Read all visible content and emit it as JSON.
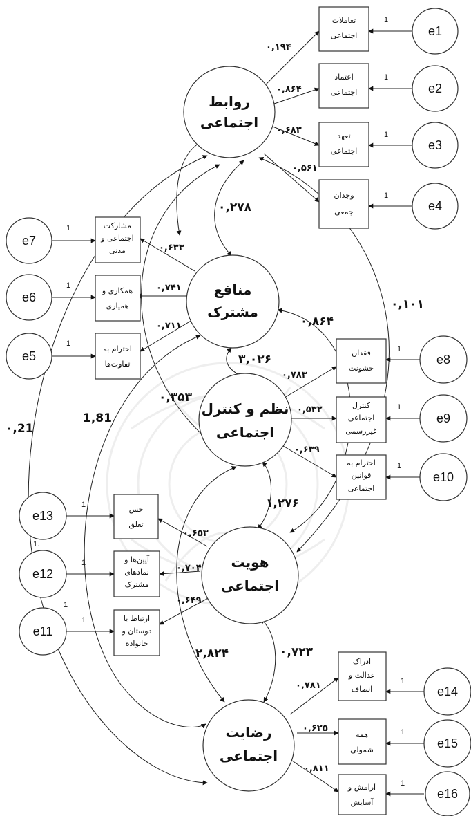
{
  "latent": {
    "rawabet": [
      "روابط",
      "اجتماعی"
    ],
    "manafe": [
      "منافع",
      "مشترک"
    ],
    "nazm": [
      "نظم و کنترل",
      "اجتماعی"
    ],
    "hoviat": [
      "هویت",
      "اجتماعی"
    ],
    "rezayat": [
      "رضایت",
      "اجتماعی"
    ]
  },
  "indicators": {
    "i1": [
      "تعاملات",
      "اجتماعی"
    ],
    "i2": [
      "اعتماد",
      "اجتماعی"
    ],
    "i3": [
      "تعهد",
      "اجتماعی"
    ],
    "i4": [
      "وجدان",
      "جمعی"
    ],
    "i7": [
      "مشارکت",
      "اجتماعی و",
      "مدنی"
    ],
    "i6": [
      "همکاری و",
      "همیاری"
    ],
    "i5": [
      "احترام به",
      "تفاوت‌ها"
    ],
    "i8": [
      "فقدان",
      "خشونت"
    ],
    "i9": [
      "کنترل",
      "اجتماعی",
      "غیررسمی"
    ],
    "i10": [
      "احترام به",
      "قوانین",
      "اجتماعی"
    ],
    "i13": [
      "حس",
      "تعلق"
    ],
    "i12": [
      "آیین‌ها و",
      "نمادهای",
      "مشترک"
    ],
    "i11": [
      "ارتباط با",
      "دوستان و",
      "خانواده"
    ],
    "i14": [
      "ادراک",
      "عدالت و",
      "انصاف"
    ],
    "i15": [
      "همه",
      "شمولی"
    ],
    "i16": [
      "آرامش و",
      "آسایش"
    ]
  },
  "errors": {
    "e1": "e1",
    "e2": "e2",
    "e3": "e3",
    "e4": "e4",
    "e5": "e5",
    "e6": "e6",
    "e7": "e7",
    "e8": "e8",
    "e9": "e9",
    "e10": "e10",
    "e11": "e11",
    "e12": "e12",
    "e13": "e13",
    "e14": "e14",
    "e15": "e15",
    "e16": "e16"
  },
  "error_weight": "1",
  "error_weight_alt": "1.",
  "loadings": {
    "l1": "۰,۱۹۴",
    "l2": "۰,۸۶۴",
    "l3": "۰,۶۸۳",
    "l4": "۰,۵۶۱",
    "l7": "۰,۶۳۳",
    "l6": "۰,۷۴۱",
    "l5": "۰,۷۱۱",
    "l8": "۰,۷۸۳",
    "l9": "۰,۵۳۲",
    "l10": "۰,۶۳۹",
    "l13": "۰,۶۵۳",
    "l12": "۰,۷۰۴",
    "l11": "۰,۶۴۹",
    "l14": "۰,۷۸۱",
    "l15": "۰,۶۲۵",
    "l16": "۰,۸۱۱"
  },
  "covariances": {
    "c_rawabet_manafe": "۰,۲۷۸",
    "c_rawabet_hoviat": "۰,۱۰۱",
    "c_manafe_nazm": "۳,۰۲۶",
    "c_manafe_hoviat": "۰,۸۶۴",
    "c_rawabet_nazm": "۰,۳۵۳",
    "c_manafe_rezayat": "1,81",
    "c_rawabet_rezayat": "۰,21",
    "c_nazm_hoviat": "۱,۲۷۶",
    "c_nazm_rezayat": "۲,۸۲۴",
    "c_hoviat_rezayat": "۰,۷۲۳"
  }
}
